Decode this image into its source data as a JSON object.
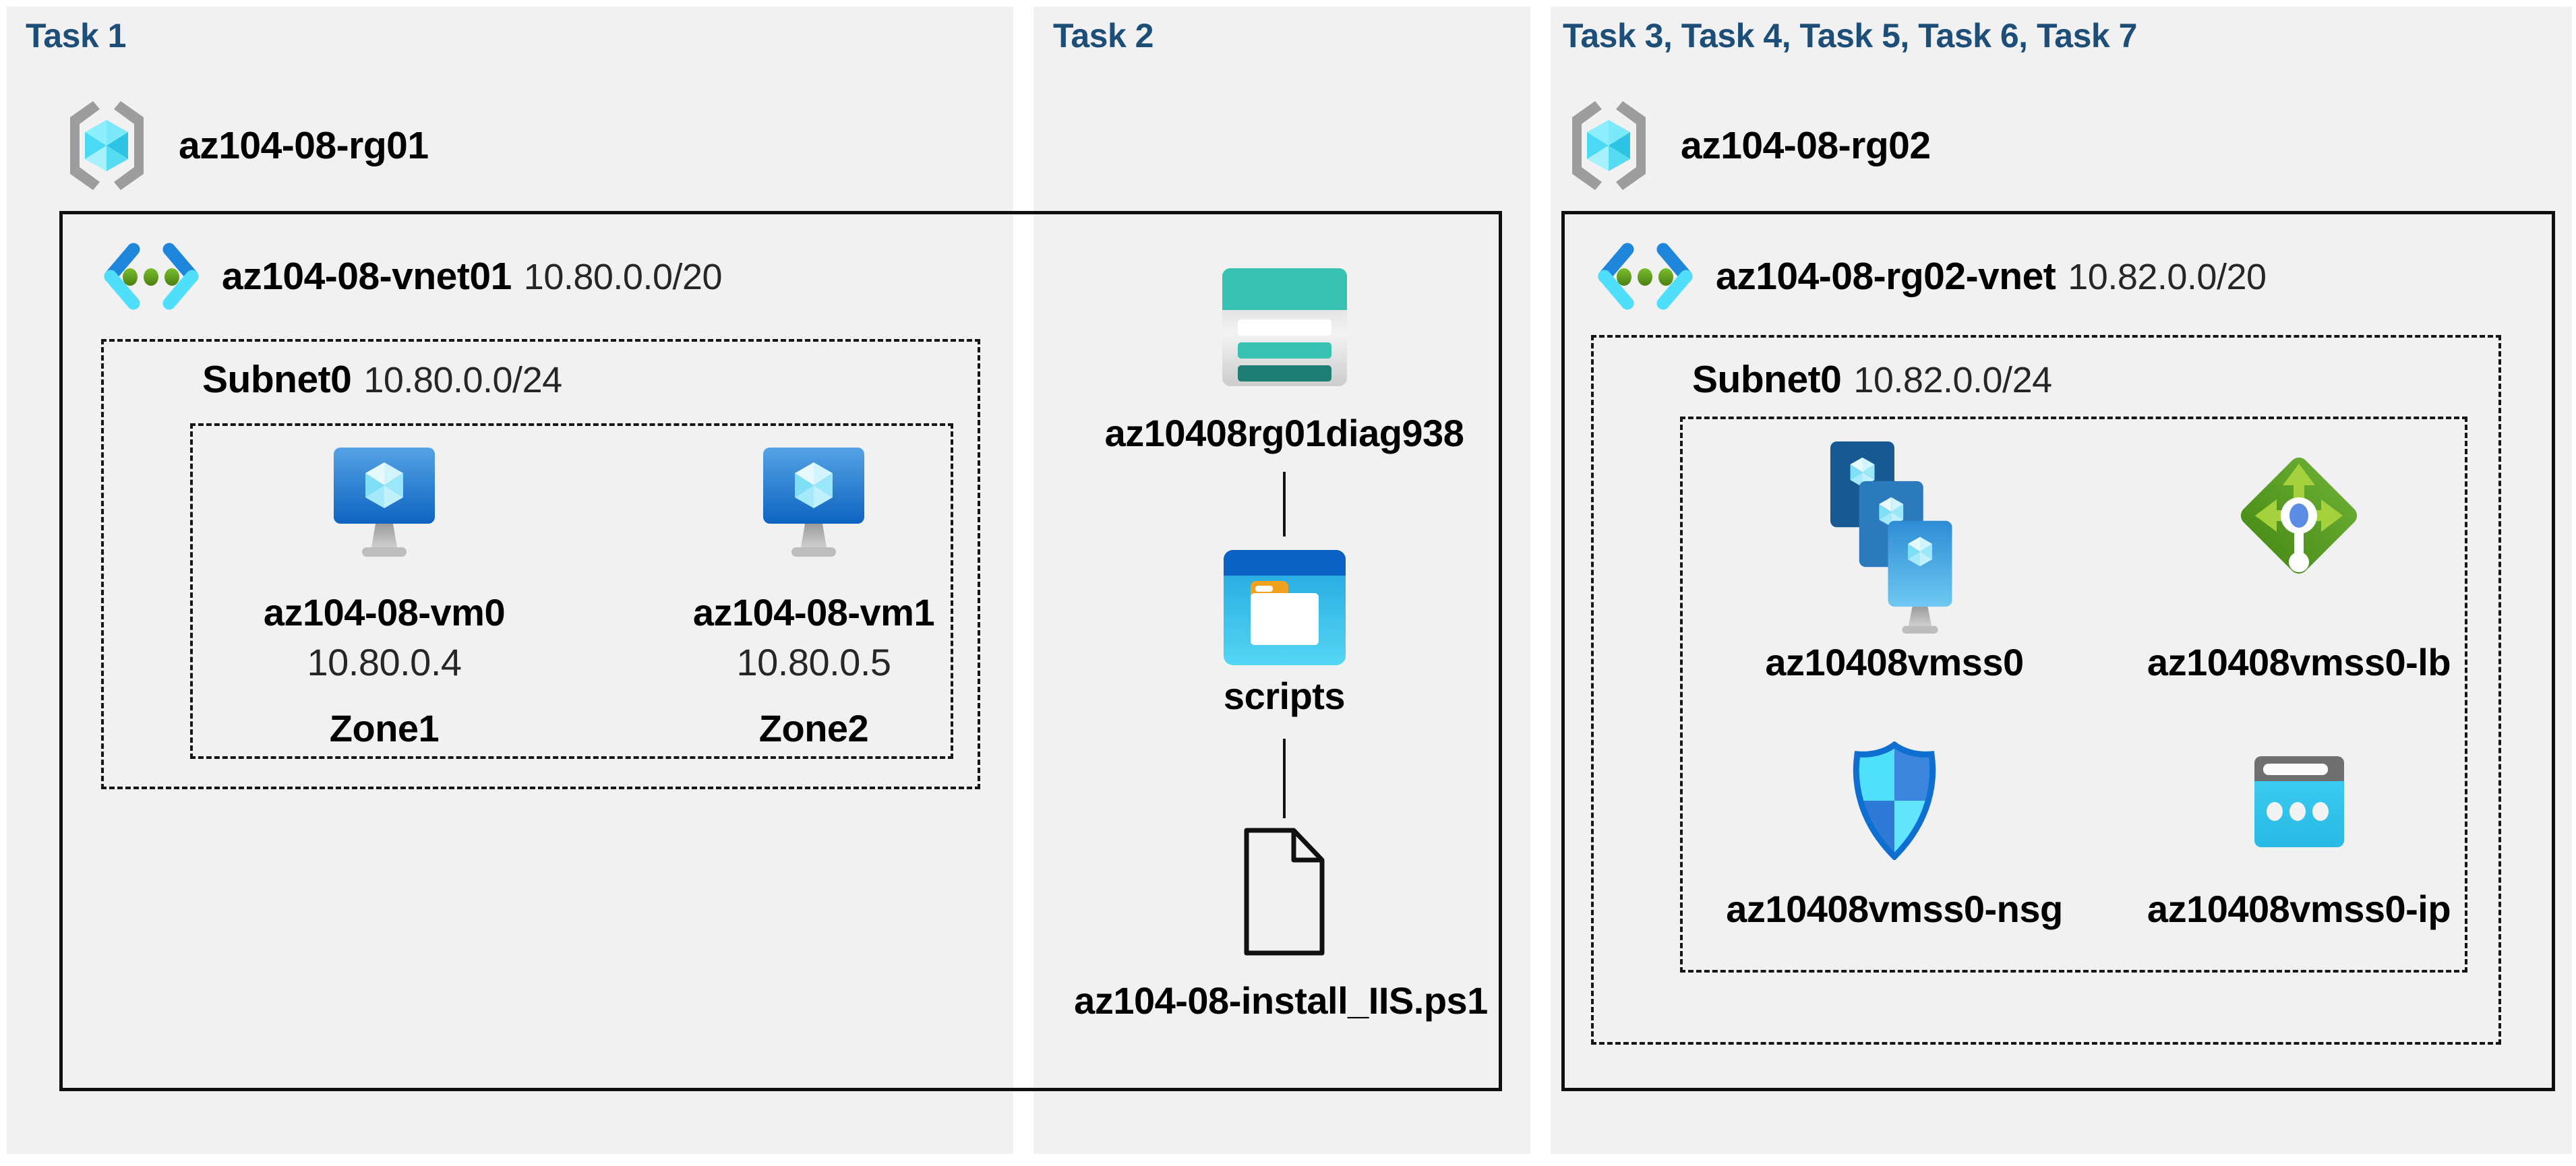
{
  "headers": {
    "task1": "Task 1",
    "task2": "Task 2",
    "task3": "Task 3, Task 4, Task 5, Task 6, Task 7"
  },
  "resource_groups": {
    "rg01": {
      "name": "az104-08-rg01"
    },
    "rg02": {
      "name": "az104-08-rg02"
    }
  },
  "vnets": {
    "vnet01": {
      "name": "az104-08-vnet01",
      "cidr": "10.80.0.0/20",
      "subnet_name": "Subnet0",
      "subnet_cidr": "10.80.0.0/24"
    },
    "vnet02": {
      "name": "az104-08-rg02-vnet",
      "cidr": "10.82.0.0/20",
      "subnet_name": "Subnet0",
      "subnet_cidr": "10.82.0.0/24"
    }
  },
  "vms": [
    {
      "name": "az104-08-vm0",
      "ip": "10.80.0.4",
      "zone": "Zone1"
    },
    {
      "name": "az104-08-vm1",
      "ip": "10.80.0.5",
      "zone": "Zone2"
    }
  ],
  "storage": {
    "account_name": "az10408rg01diag938",
    "folder_name": "scripts",
    "file_name": "az104-08-install_IIS.ps1"
  },
  "scale_set": {
    "vmss_name": "az10408vmss0",
    "load_balancer_name": "az10408vmss0-lb",
    "nsg_name": "az10408vmss0-nsg",
    "public_ip_name": "az10408vmss0-ip"
  },
  "icons": {
    "resource_group": "resource-group-icon",
    "virtual_network": "virtual-network-icon",
    "virtual_machine": "virtual-machine-icon",
    "storage_account": "storage-account-icon",
    "folder": "folder-icon",
    "file": "file-icon",
    "vm_scale_set": "vm-scale-set-icon",
    "load_balancer": "load-balancer-icon",
    "network_security_group": "nsg-icon",
    "public_ip": "public-ip-icon"
  },
  "colors": {
    "background": "#ffffff",
    "panel": "#f1f1f1",
    "header_text": "#1d4e78",
    "label_text": "#000000",
    "secondary_text": "#262626",
    "border": "#111111",
    "azure_blue": "#1e86db",
    "azure_cyan": "#50e0fb",
    "storage_teal": "#37c2b1",
    "storage_teal_dark": "#1f7e74",
    "vnet_dot_green": "#5f9e22",
    "lb_green": "#58a023",
    "lb_arrow_green": "#a4d13c",
    "folder_orange": "#f2a11c",
    "shield_border_blue": "#0e6fd0"
  }
}
